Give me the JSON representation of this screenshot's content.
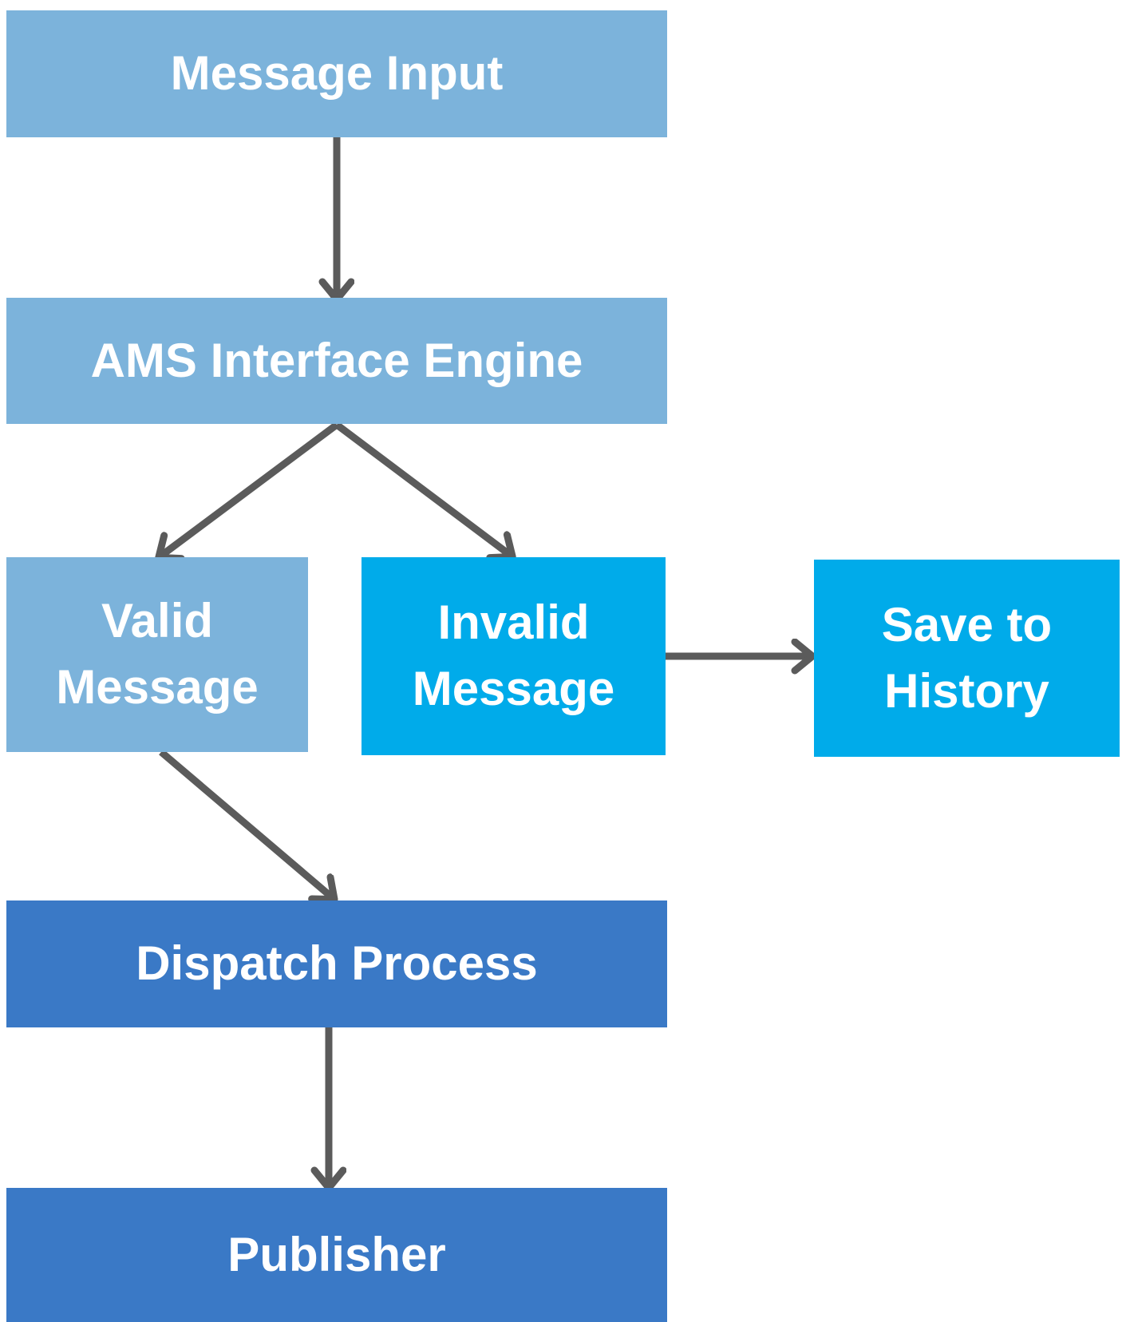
{
  "diagram": {
    "type": "flowchart",
    "background": "#FFFFFF",
    "arrow_color": "#5B5B5B",
    "colors": {
      "light_blue": "#7CB3DB",
      "cyan": "#00ABEA",
      "dark_blue": "#3A79C6",
      "text": "#FFFFFF"
    },
    "nodes": [
      {
        "id": "message-input",
        "label": "Message Input",
        "color": "#7CB3DB"
      },
      {
        "id": "ams-interface-engine",
        "label": "AMS Interface Engine",
        "color": "#7CB3DB"
      },
      {
        "id": "valid-message",
        "label": "Valid Message",
        "color": "#7CB3DB"
      },
      {
        "id": "invalid-message",
        "label": "Invalid Message",
        "color": "#00ABEA"
      },
      {
        "id": "save-to-history",
        "label": "Save to History",
        "color": "#00ABEA"
      },
      {
        "id": "dispatch-process",
        "label": "Dispatch Process",
        "color": "#3A79C6"
      },
      {
        "id": "publisher",
        "label": "Publisher",
        "color": "#3A79C6"
      }
    ],
    "edges": [
      {
        "from": "message-input",
        "to": "ams-interface-engine"
      },
      {
        "from": "ams-interface-engine",
        "to": "valid-message"
      },
      {
        "from": "ams-interface-engine",
        "to": "invalid-message"
      },
      {
        "from": "invalid-message",
        "to": "save-to-history"
      },
      {
        "from": "valid-message",
        "to": "dispatch-process"
      },
      {
        "from": "dispatch-process",
        "to": "publisher"
      }
    ]
  }
}
